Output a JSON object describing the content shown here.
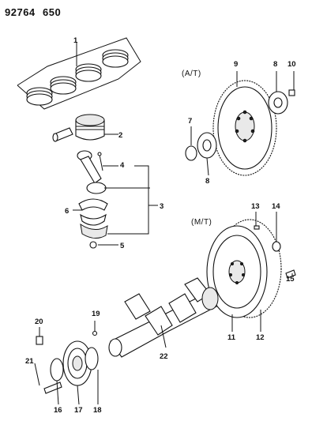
{
  "header": {
    "code_left": "92764",
    "code_right": "650"
  },
  "sections": {
    "automatic": "(A/T)",
    "manual": "(M/T)"
  },
  "callouts": [
    "1",
    "2",
    "3",
    "4",
    "5",
    "6",
    "7",
    "8",
    "8",
    "9",
    "10",
    "11",
    "12",
    "13",
    "14",
    "15",
    "16",
    "17",
    "18",
    "19",
    "20",
    "21",
    "22"
  ]
}
